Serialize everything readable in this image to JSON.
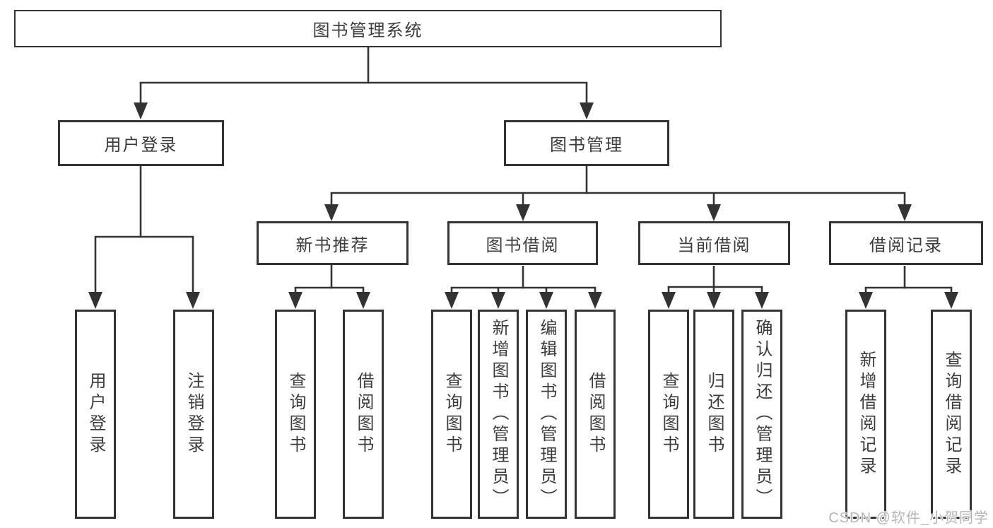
{
  "colors": {
    "line": "#333333",
    "text": "#3c3c3c",
    "watermark": "#b6b6b6",
    "background": "#ffffff"
  },
  "diagram": {
    "root": {
      "label": "图书管理系统"
    },
    "children": [
      {
        "label": "用户登录",
        "children": [
          {
            "label": "用户登录"
          },
          {
            "label": "注销登录"
          }
        ]
      },
      {
        "label": "图书管理",
        "children": [
          {
            "label": "新书推荐",
            "children": [
              {
                "label": "查询图书"
              },
              {
                "label": "借阅图书"
              }
            ]
          },
          {
            "label": "图书借阅",
            "children": [
              {
                "label": "查询图书"
              },
              {
                "label": "新增图书（管理员）"
              },
              {
                "label": "编辑图书（管理员）"
              },
              {
                "label": "借阅图书"
              }
            ]
          },
          {
            "label": "当前借阅",
            "children": [
              {
                "label": "查询图书"
              },
              {
                "label": "归还图书"
              },
              {
                "label": "确认归还（管理员）"
              }
            ]
          },
          {
            "label": "借阅记录",
            "children": [
              {
                "label": "新增借阅记录"
              },
              {
                "label": "查询借阅记录"
              }
            ]
          }
        ]
      }
    ]
  },
  "watermark": {
    "text": "CSDN @软件_小贺同学"
  }
}
